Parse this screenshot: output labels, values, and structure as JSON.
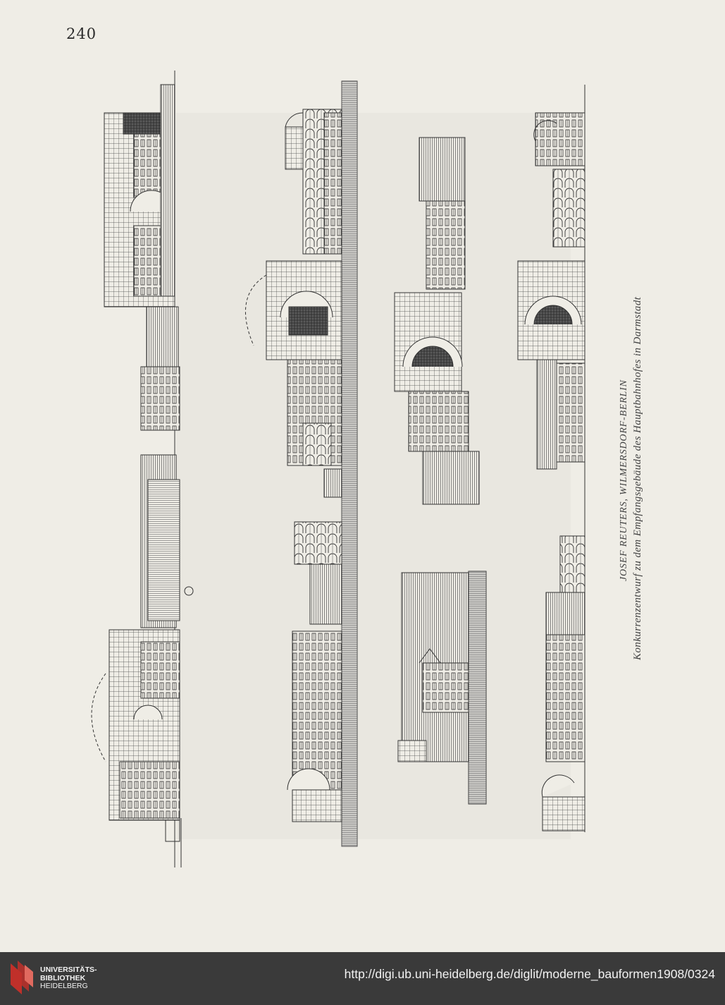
{
  "page": {
    "number": "240",
    "caption_line1": "JOSEF REUTERS, WILMERSDORF-BERLIN",
    "caption_line2": "Konkurrenzentwurf zu dem Empfangsgebäude des Hauptbahnhofes in Darmstadt"
  },
  "footer": {
    "library_line1": "UNIVERSITÄTS-",
    "library_line2": "BIBLIOTHEK",
    "library_line3": "HEIDELBERG",
    "url": "http://digi.ub.uni-heidelberg.de/diglit/moderne_bauformen1908/0324"
  },
  "colors": {
    "paper": "#efede6",
    "ink": "#2a2a2a",
    "footer_bg": "#3a3a3a",
    "logo_red": "#c0302a"
  },
  "icons": {
    "logo": "ub-heidelberg-logo-icon"
  }
}
